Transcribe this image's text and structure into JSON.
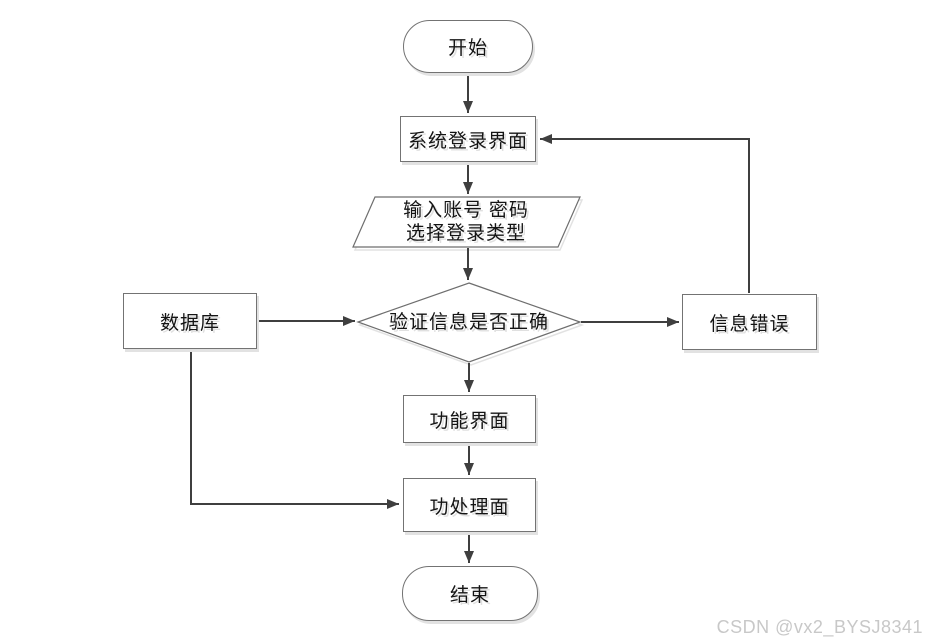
{
  "diagram": {
    "title": "login-flowchart",
    "nodes": {
      "start": {
        "label": "开始",
        "shape": "stadium"
      },
      "login": {
        "label": "系统登录界面",
        "shape": "rect"
      },
      "input": {
        "line1": "输入账号 密码",
        "line2": "选择登录类型",
        "shape": "parallelogram"
      },
      "verify": {
        "label": "验证信息是否正确",
        "shape": "diamond"
      },
      "database": {
        "label": "数据库",
        "shape": "rect"
      },
      "error": {
        "label": "信息错误",
        "shape": "rect"
      },
      "function": {
        "label": "功能界面",
        "shape": "rect"
      },
      "process": {
        "label": "功处理面",
        "shape": "rect"
      },
      "end": {
        "label": "结束",
        "shape": "stadium"
      }
    },
    "edges": [
      {
        "from": "start",
        "to": "login"
      },
      {
        "from": "login",
        "to": "input"
      },
      {
        "from": "input",
        "to": "verify"
      },
      {
        "from": "verify",
        "to": "function"
      },
      {
        "from": "function",
        "to": "process"
      },
      {
        "from": "process",
        "to": "end"
      },
      {
        "from": "database",
        "to": "verify"
      },
      {
        "from": "verify",
        "to": "error"
      },
      {
        "from": "error",
        "to": "login"
      },
      {
        "from": "database",
        "to": "process"
      }
    ]
  },
  "watermark": {
    "text": "CSDN @vx2_BYSJ8341"
  },
  "colors": {
    "background": "#ffffff",
    "connector": "#3f3f3f",
    "shape_border": "#737373",
    "text": "#141414",
    "shadow": "#e2e2e2",
    "watermark": "#c8c8c8"
  }
}
